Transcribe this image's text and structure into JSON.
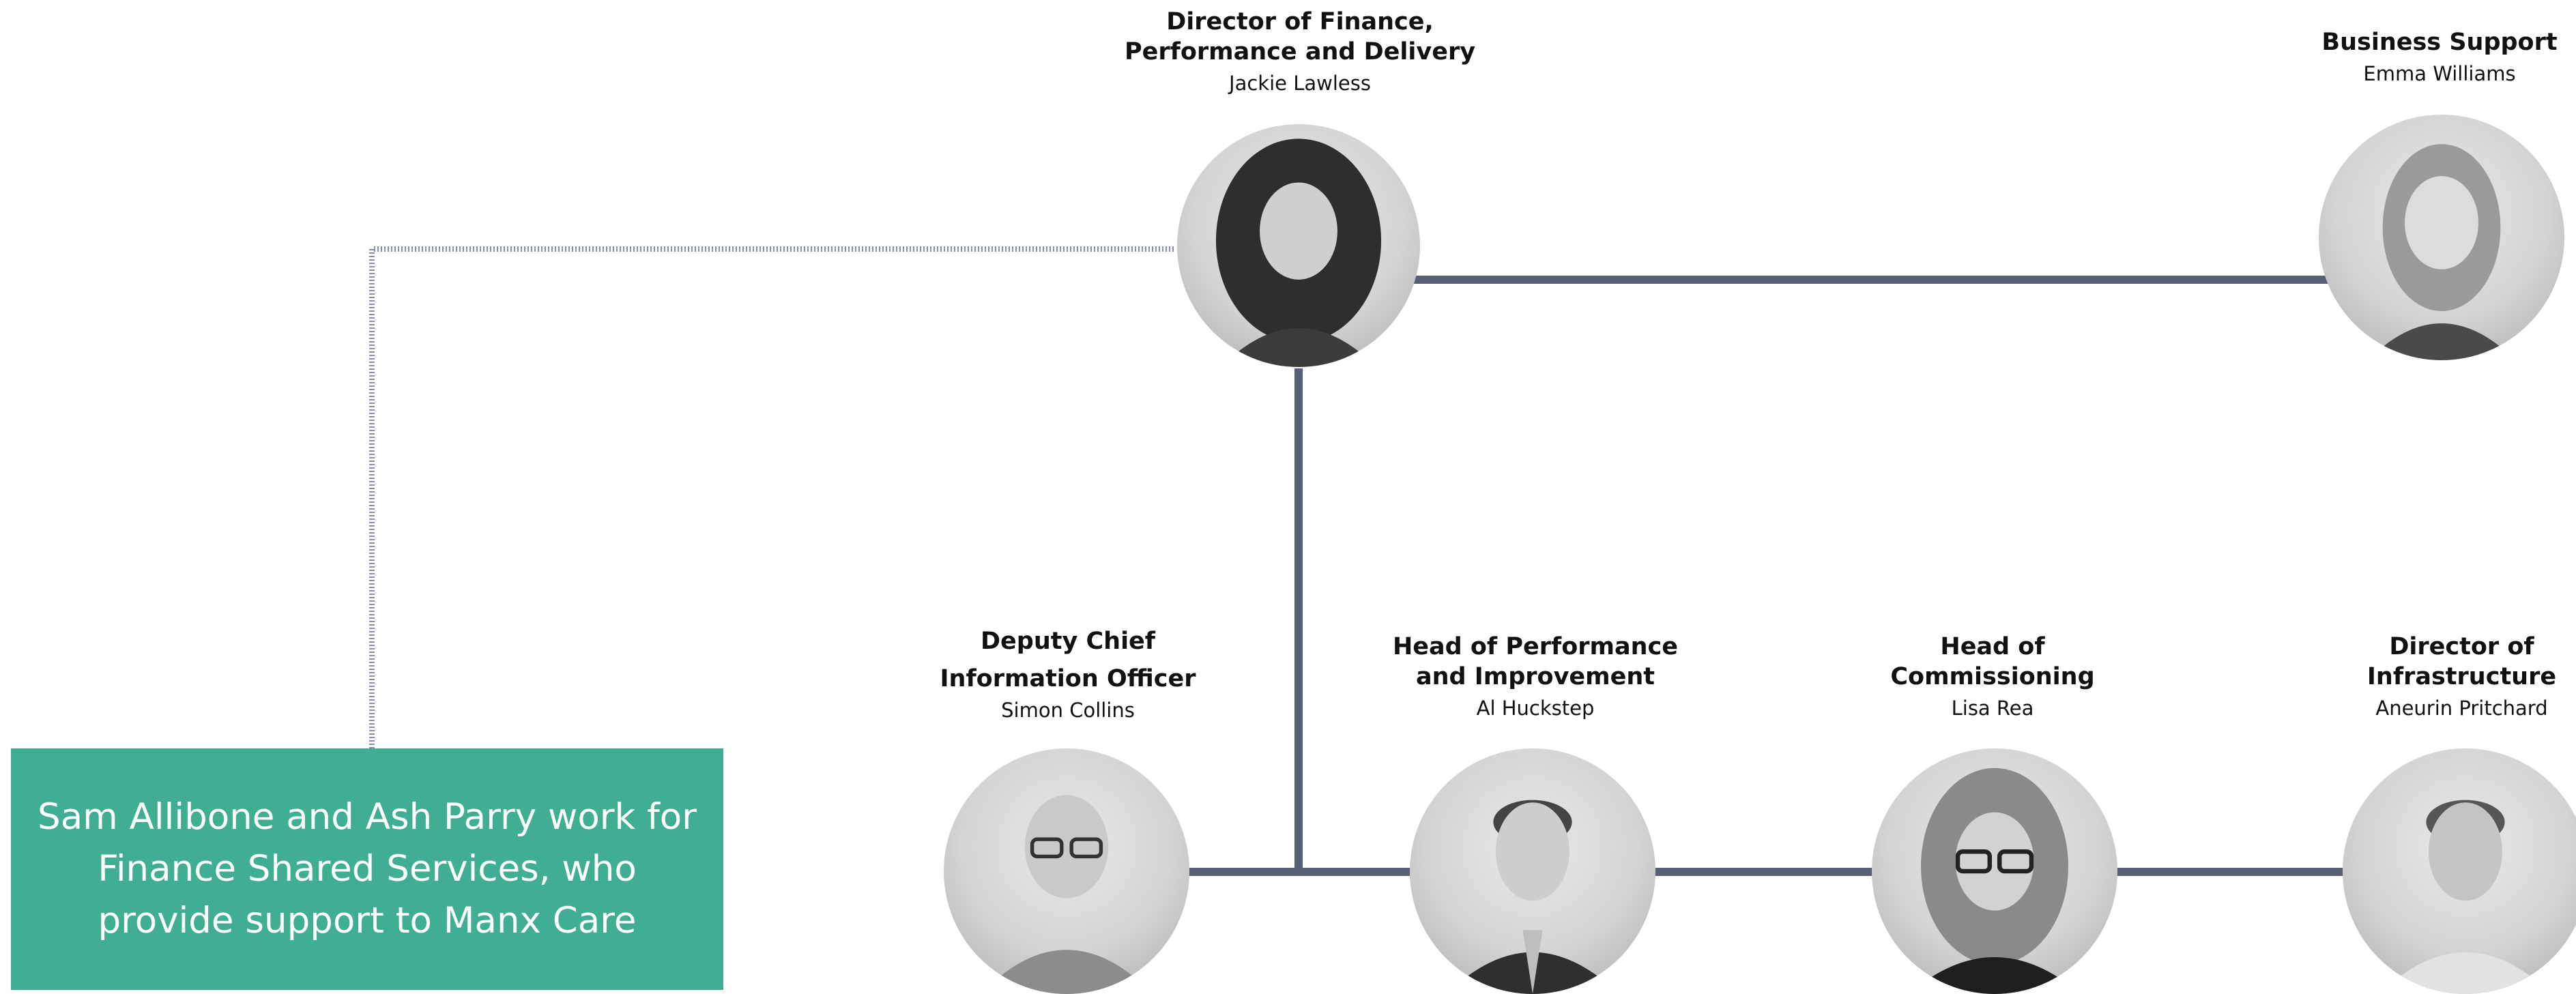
{
  "people": {
    "director_finance": {
      "role_line1": "Director of Finance,",
      "role_line2": "Performance and Delivery",
      "name": "Jackie Lawless"
    },
    "business_support": {
      "role": "Business Support",
      "name": "Emma Williams"
    },
    "deputy_cio": {
      "role_line1": "Deputy Chief",
      "role_line2": "Information Officer",
      "name": "Simon Collins"
    },
    "head_performance": {
      "role_line1": "Head of Performance",
      "role_line2": "and Improvement",
      "name": "Al Huckstep"
    },
    "head_commissioning": {
      "role_line1": "Head of",
      "role_line2": "Commissioning",
      "name": "Lisa Rea"
    },
    "director_infrastructure": {
      "role_line1": "Director of",
      "role_line2": "Infrastructure",
      "name": "Aneurin Pritchard"
    }
  },
  "note": {
    "text": "Sam Allibone and Ash Parry work for Finance Shared Services, who provide support to Manx Care"
  },
  "colors": {
    "connector": "#5a5e75",
    "dotted_connector": "#8a8ea3",
    "note_background": "#3fae93",
    "note_text": "#ffffff"
  }
}
